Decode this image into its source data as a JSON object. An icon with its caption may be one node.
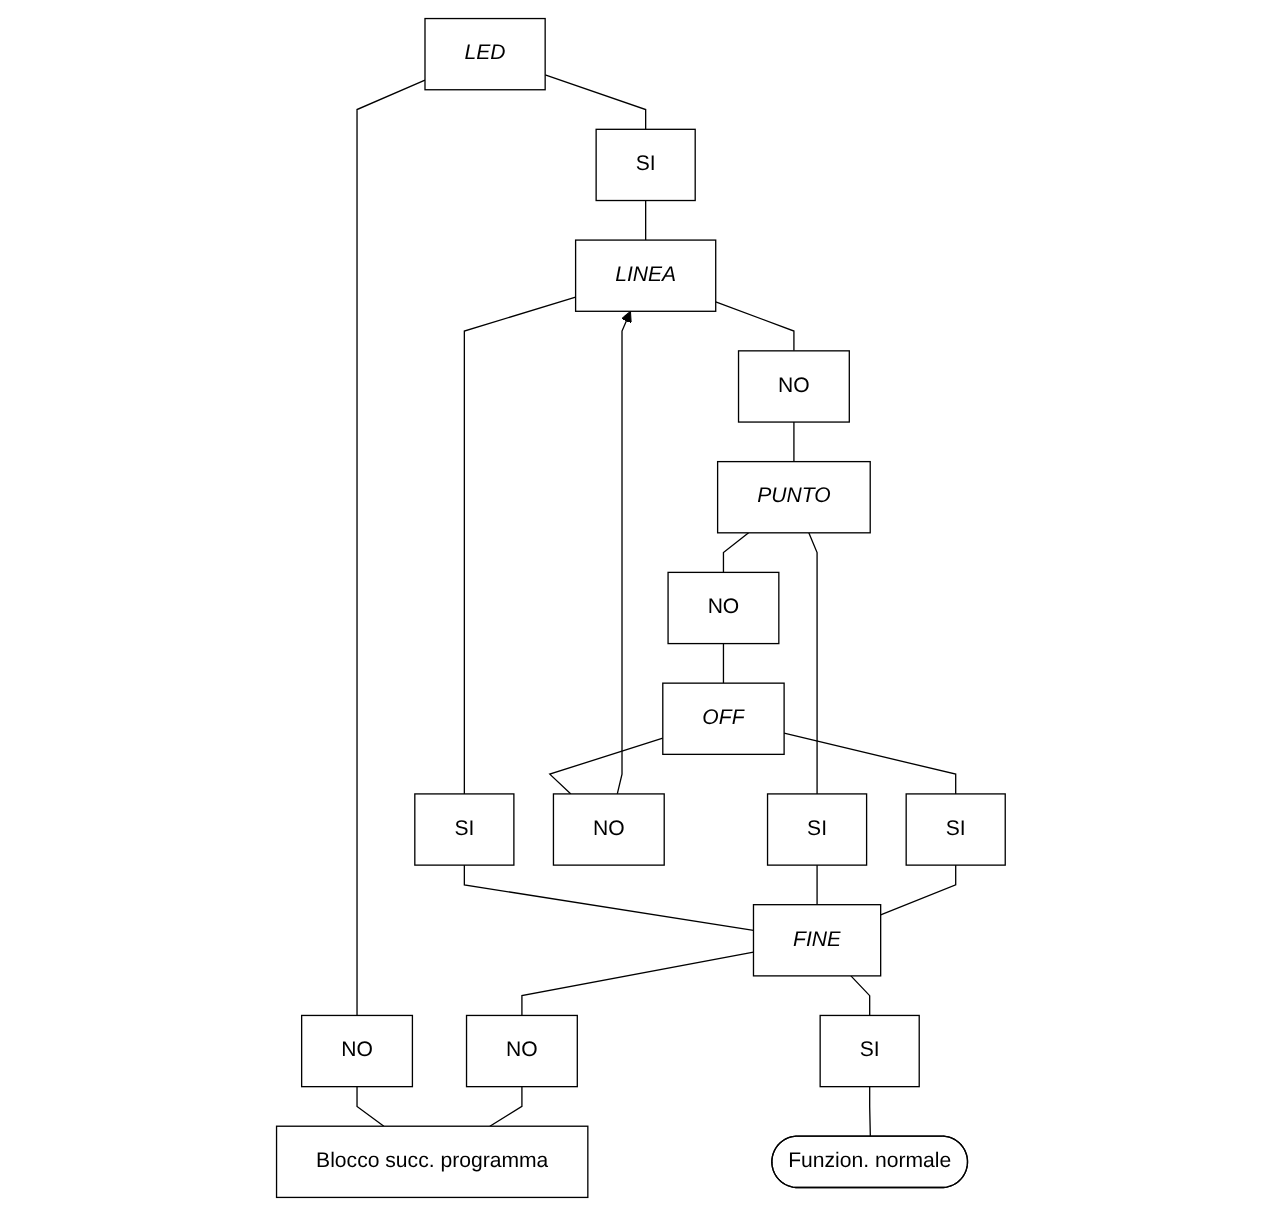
{
  "diagram": {
    "nodes": [
      {
        "text": [
          "LED"
        ]
      },
      {
        "text": [
          "NO"
        ]
      },
      {
        "text": [
          "SI"
        ]
      },
      {
        "text": [
          "LINEA"
        ]
      },
      {
        "text": [
          "NO"
        ]
      },
      {
        "text": [
          "SI"
        ]
      },
      {
        "text": [
          "PUNTO"
        ]
      },
      {
        "text": [
          "NO"
        ]
      },
      {
        "text": [
          "SI"
        ]
      },
      {
        "text": [
          "OFF"
        ]
      },
      {
        "text": [
          "NO"
        ]
      },
      {
        "text": [
          "SI"
        ]
      },
      {
        "text": [
          "FINE"
        ]
      },
      {
        "text": [
          "NO"
        ]
      },
      {
        "text": [
          "SI"
        ]
      },
      {
        "text": [
          "Blocco succ. programma"
        ]
      },
      {
        "text": [
          "Funzion. normale"
        ]
      }
    ],
    "edges": [
      {
        "from": 0,
        "to": 1,
        "arrow": "none"
      },
      {
        "from": 0,
        "to": 2,
        "arrow": "none"
      },
      {
        "from": 2,
        "to": 3,
        "arrow": "none"
      },
      {
        "from": 10,
        "to": 3,
        "arrow": "to"
      },
      {
        "from": 3,
        "to": 4,
        "arrow": "none"
      },
      {
        "from": 3,
        "to": 5,
        "arrow": "none"
      },
      {
        "from": 4,
        "to": 6,
        "arrow": "none"
      },
      {
        "from": 6,
        "to": 7,
        "arrow": "none"
      },
      {
        "from": 6,
        "to": 8,
        "arrow": "none"
      },
      {
        "from": 7,
        "to": 9,
        "arrow": "none"
      },
      {
        "from": 9,
        "to": 10,
        "arrow": "none"
      },
      {
        "from": 9,
        "to": 11,
        "arrow": "none"
      },
      {
        "from": 5,
        "to": 12,
        "arrow": "none"
      },
      {
        "from": 8,
        "to": 12,
        "arrow": "none"
      },
      {
        "from": 11,
        "to": 12,
        "arrow": "none"
      },
      {
        "from": 12,
        "to": 13,
        "arrow": "none"
      },
      {
        "from": 12,
        "to": 14,
        "arrow": "none"
      },
      {
        "from": 1,
        "to": 15,
        "arrow": "none"
      },
      {
        "from": 13,
        "to": 15,
        "arrow": "none"
      },
      {
        "from": 14,
        "to": 16,
        "arrow": "none"
      }
    ]
  }
}
